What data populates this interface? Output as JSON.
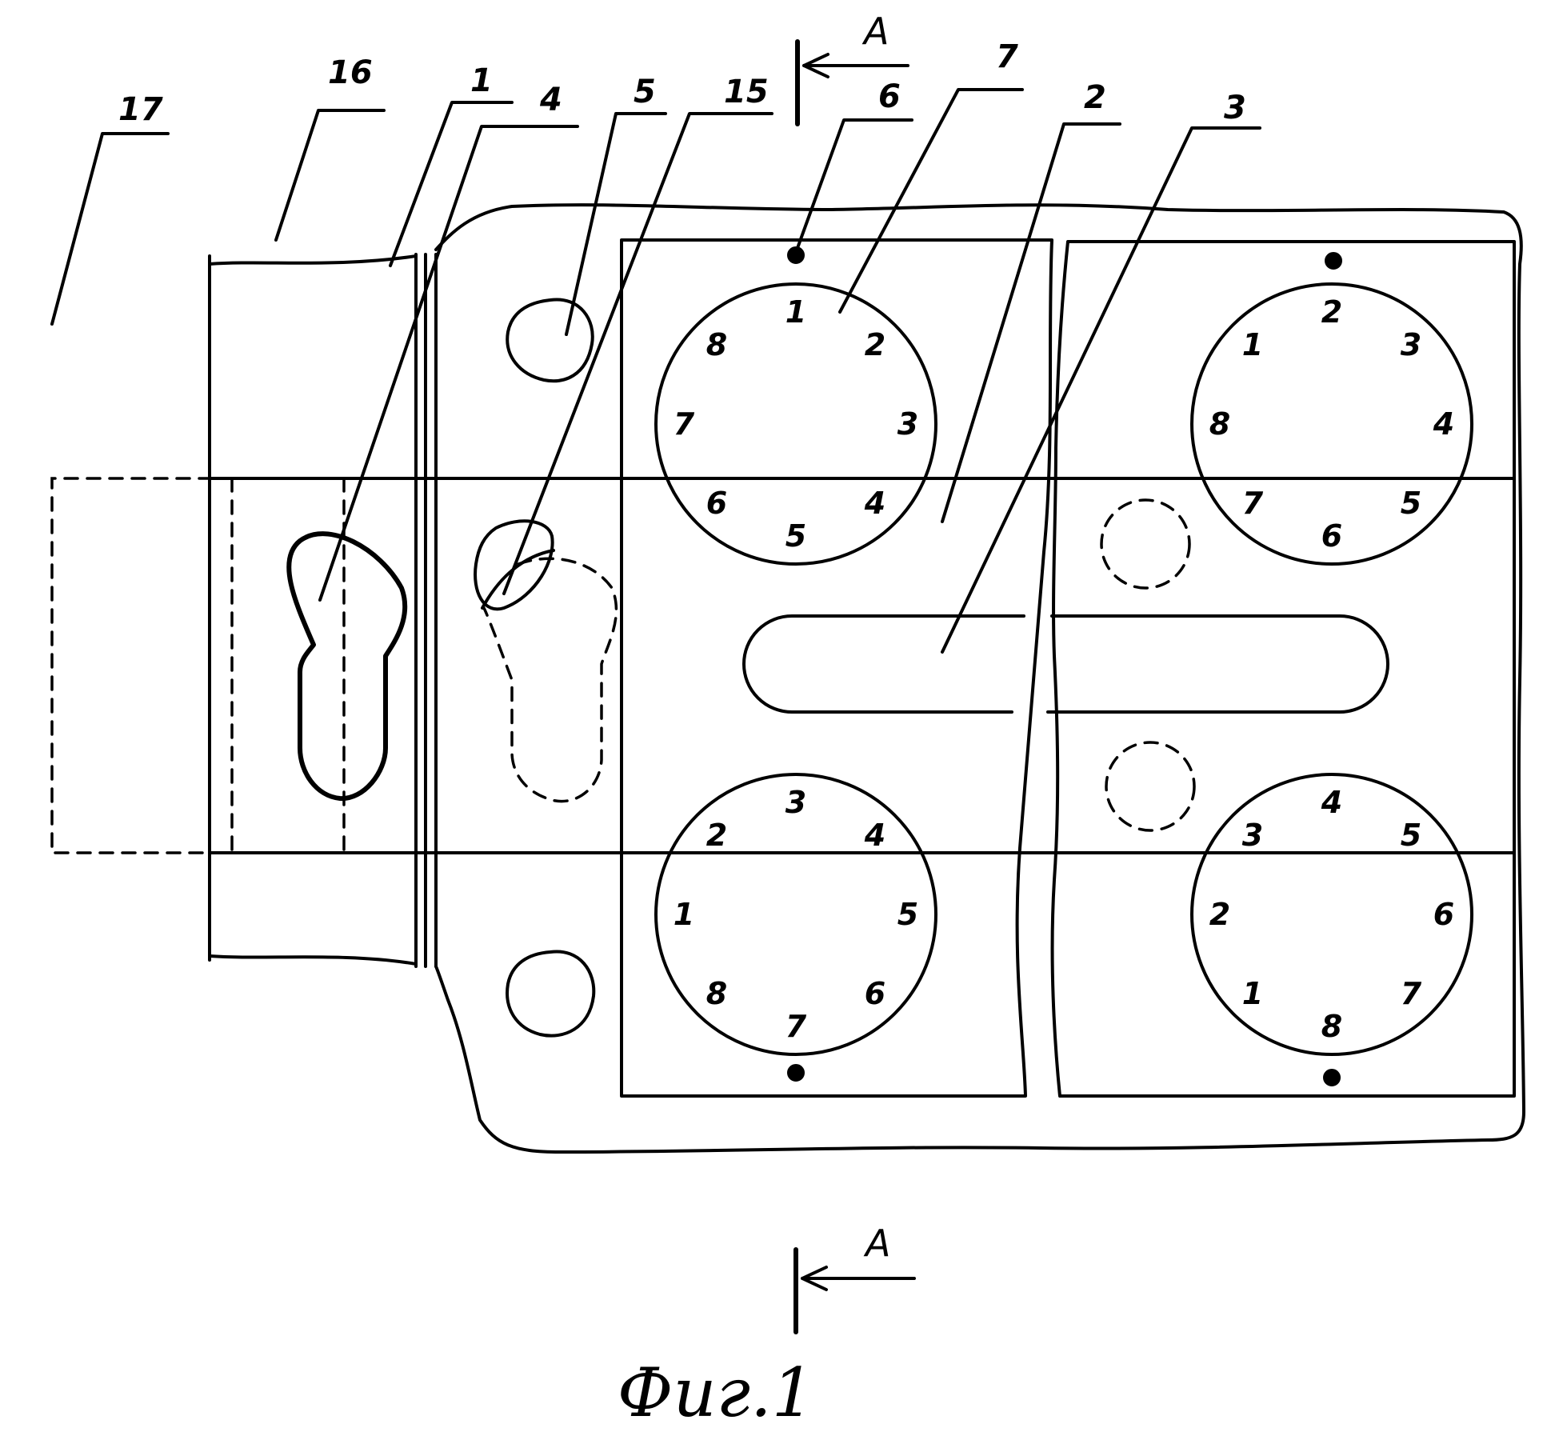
{
  "section": {
    "label": "A"
  },
  "caption": "Фиг.1",
  "callouts": [
    "17",
    "16",
    "1",
    "4",
    "5",
    "15",
    "6",
    "7",
    "2",
    "3"
  ],
  "dials": [
    {
      "id": "left-top",
      "digits": [
        "1",
        "2",
        "3",
        "4",
        "5",
        "6",
        "7",
        "8"
      ]
    },
    {
      "id": "left-bottom",
      "digits": [
        "3",
        "4",
        "5",
        "6",
        "7",
        "8",
        "1",
        "2"
      ]
    },
    {
      "id": "right-top",
      "digits": [
        "2",
        "3",
        "4",
        "5",
        "6",
        "7",
        "8",
        "1"
      ]
    },
    {
      "id": "right-bottom",
      "digits": [
        "4",
        "5",
        "6",
        "7",
        "8",
        "1",
        "2",
        "3"
      ]
    }
  ]
}
